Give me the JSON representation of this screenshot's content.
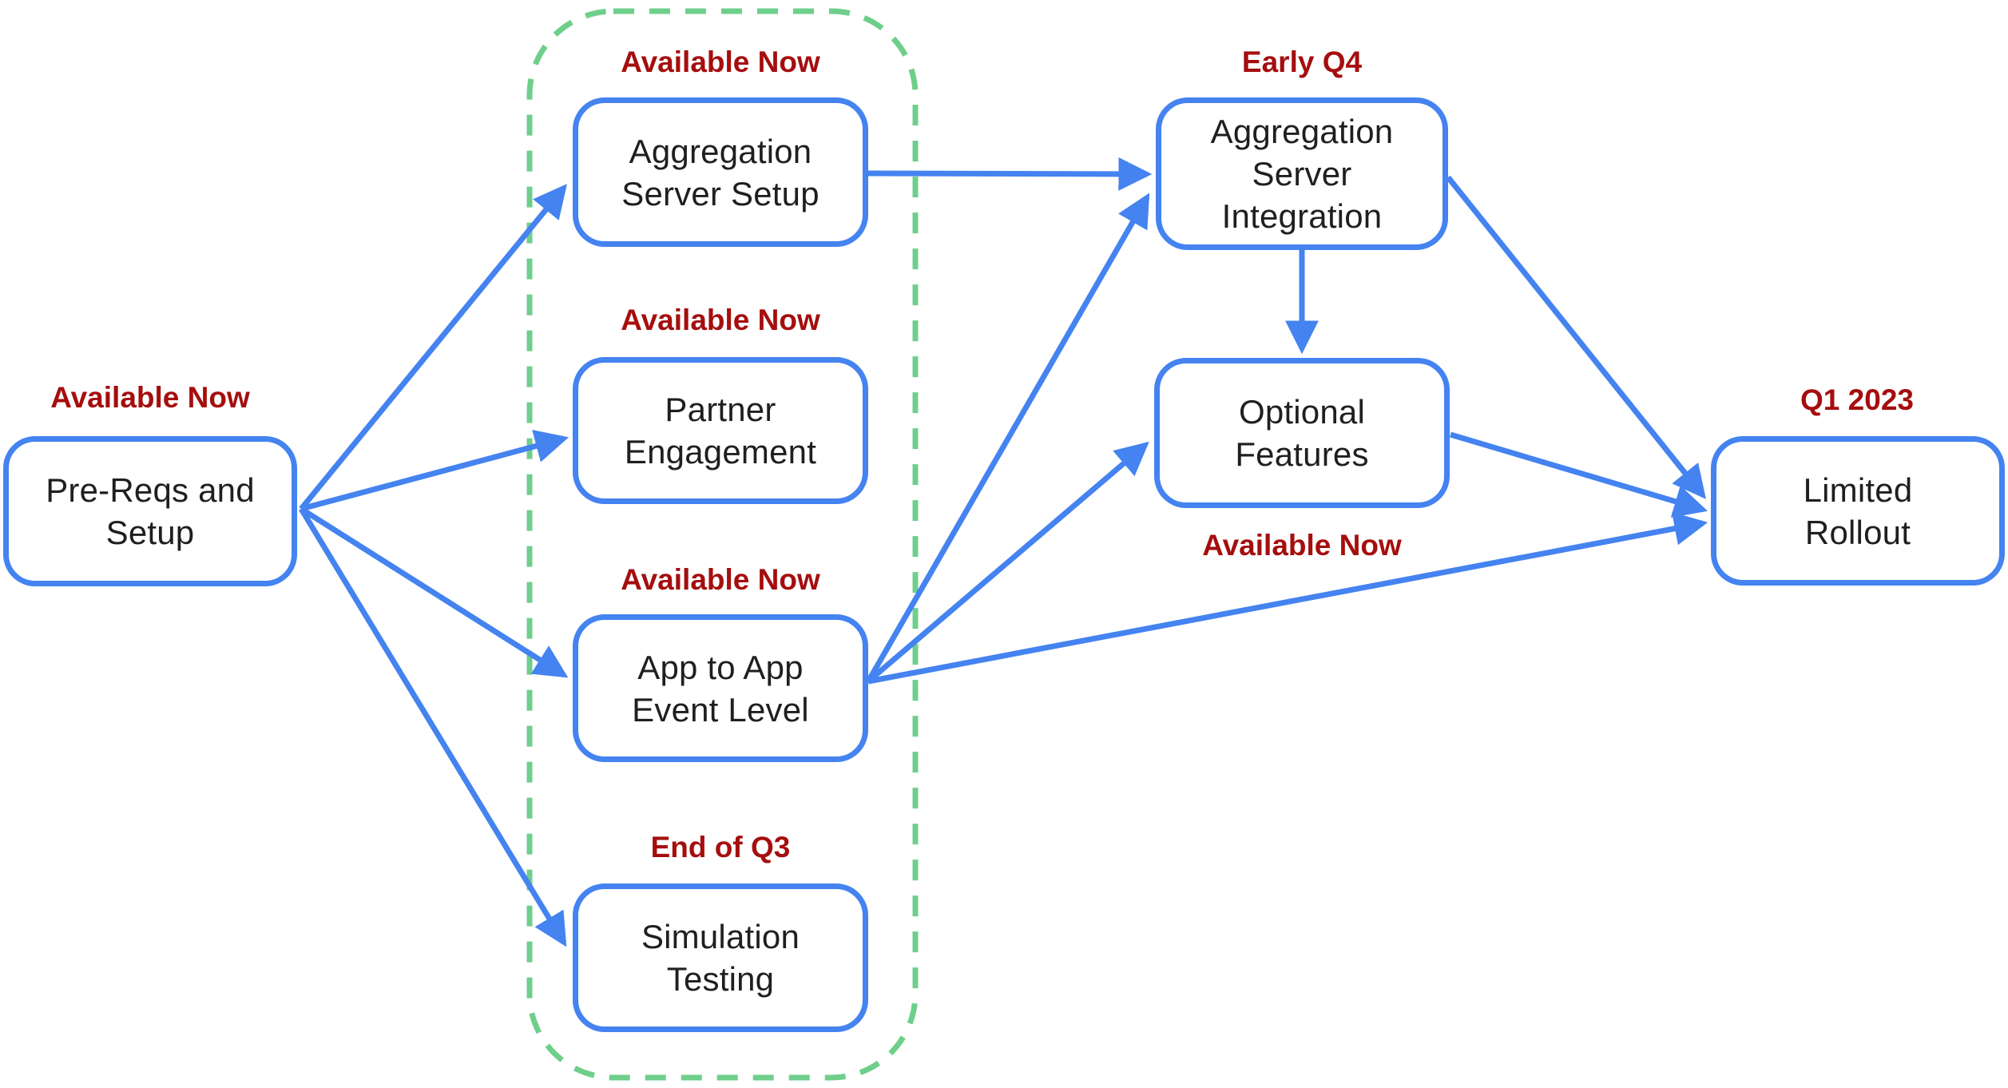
{
  "diagram": {
    "type": "flowchart-roadmap",
    "colors": {
      "arrow_blue": "#4483F0",
      "node_border_blue": "#4483F0",
      "status_red": "#A50E0E",
      "group_outline_green": "#6ECF8B",
      "node_text": "#1f1f1f",
      "background": "#ffffff"
    },
    "nodes": [
      {
        "id": "pre-reqs-and-setup",
        "label": "Pre-Reqs and Setup",
        "lines": [
          "Pre-Reqs and",
          "Setup"
        ],
        "status": "Available Now",
        "status_position": "above"
      },
      {
        "id": "aggregation-server-setup",
        "label": "Aggregation Server Setup",
        "lines": [
          "Aggregation",
          "Server Setup"
        ],
        "status": "Available Now",
        "status_position": "above"
      },
      {
        "id": "partner-engagement",
        "label": "Partner Engagement",
        "lines": [
          "Partner",
          "Engagement"
        ],
        "status": "Available Now",
        "status_position": "above"
      },
      {
        "id": "app-to-app-event-level",
        "label": "App to App Event Level",
        "lines": [
          "App to App",
          "Event Level"
        ],
        "status": "Available Now",
        "status_position": "above"
      },
      {
        "id": "simulation-testing",
        "label": "Simulation Testing",
        "lines": [
          "Simulation",
          "Testing"
        ],
        "status": "End of Q3",
        "status_position": "above"
      },
      {
        "id": "aggregation-server-integration",
        "label": "Aggregation Server Integration",
        "lines": [
          "Aggregation",
          "Server",
          "Integration"
        ],
        "status": "Early Q4",
        "status_position": "above"
      },
      {
        "id": "optional-features",
        "label": "Optional Features",
        "lines": [
          "Optional",
          "Features"
        ],
        "status": "Available Now",
        "status_position": "below"
      },
      {
        "id": "limited-rollout",
        "label": "Limited Rollout",
        "lines": [
          "Limited",
          "Rollout"
        ],
        "status": "Q1 2023",
        "status_position": "above"
      }
    ],
    "edges": [
      {
        "from": "pre-reqs-and-setup",
        "to": "aggregation-server-setup"
      },
      {
        "from": "pre-reqs-and-setup",
        "to": "partner-engagement"
      },
      {
        "from": "pre-reqs-and-setup",
        "to": "app-to-app-event-level"
      },
      {
        "from": "pre-reqs-and-setup",
        "to": "simulation-testing"
      },
      {
        "from": "aggregation-server-setup",
        "to": "aggregation-server-integration"
      },
      {
        "from": "app-to-app-event-level",
        "to": "aggregation-server-integration"
      },
      {
        "from": "app-to-app-event-level",
        "to": "optional-features"
      },
      {
        "from": "app-to-app-event-level",
        "to": "limited-rollout"
      },
      {
        "from": "aggregation-server-integration",
        "to": "optional-features"
      },
      {
        "from": "aggregation-server-integration",
        "to": "limited-rollout"
      },
      {
        "from": "optional-features",
        "to": "limited-rollout"
      }
    ],
    "group": {
      "id": "available-now-group",
      "style": "dashed-rounded-outline",
      "contains": [
        "aggregation-server-setup",
        "partner-engagement",
        "app-to-app-event-level",
        "simulation-testing"
      ]
    }
  }
}
